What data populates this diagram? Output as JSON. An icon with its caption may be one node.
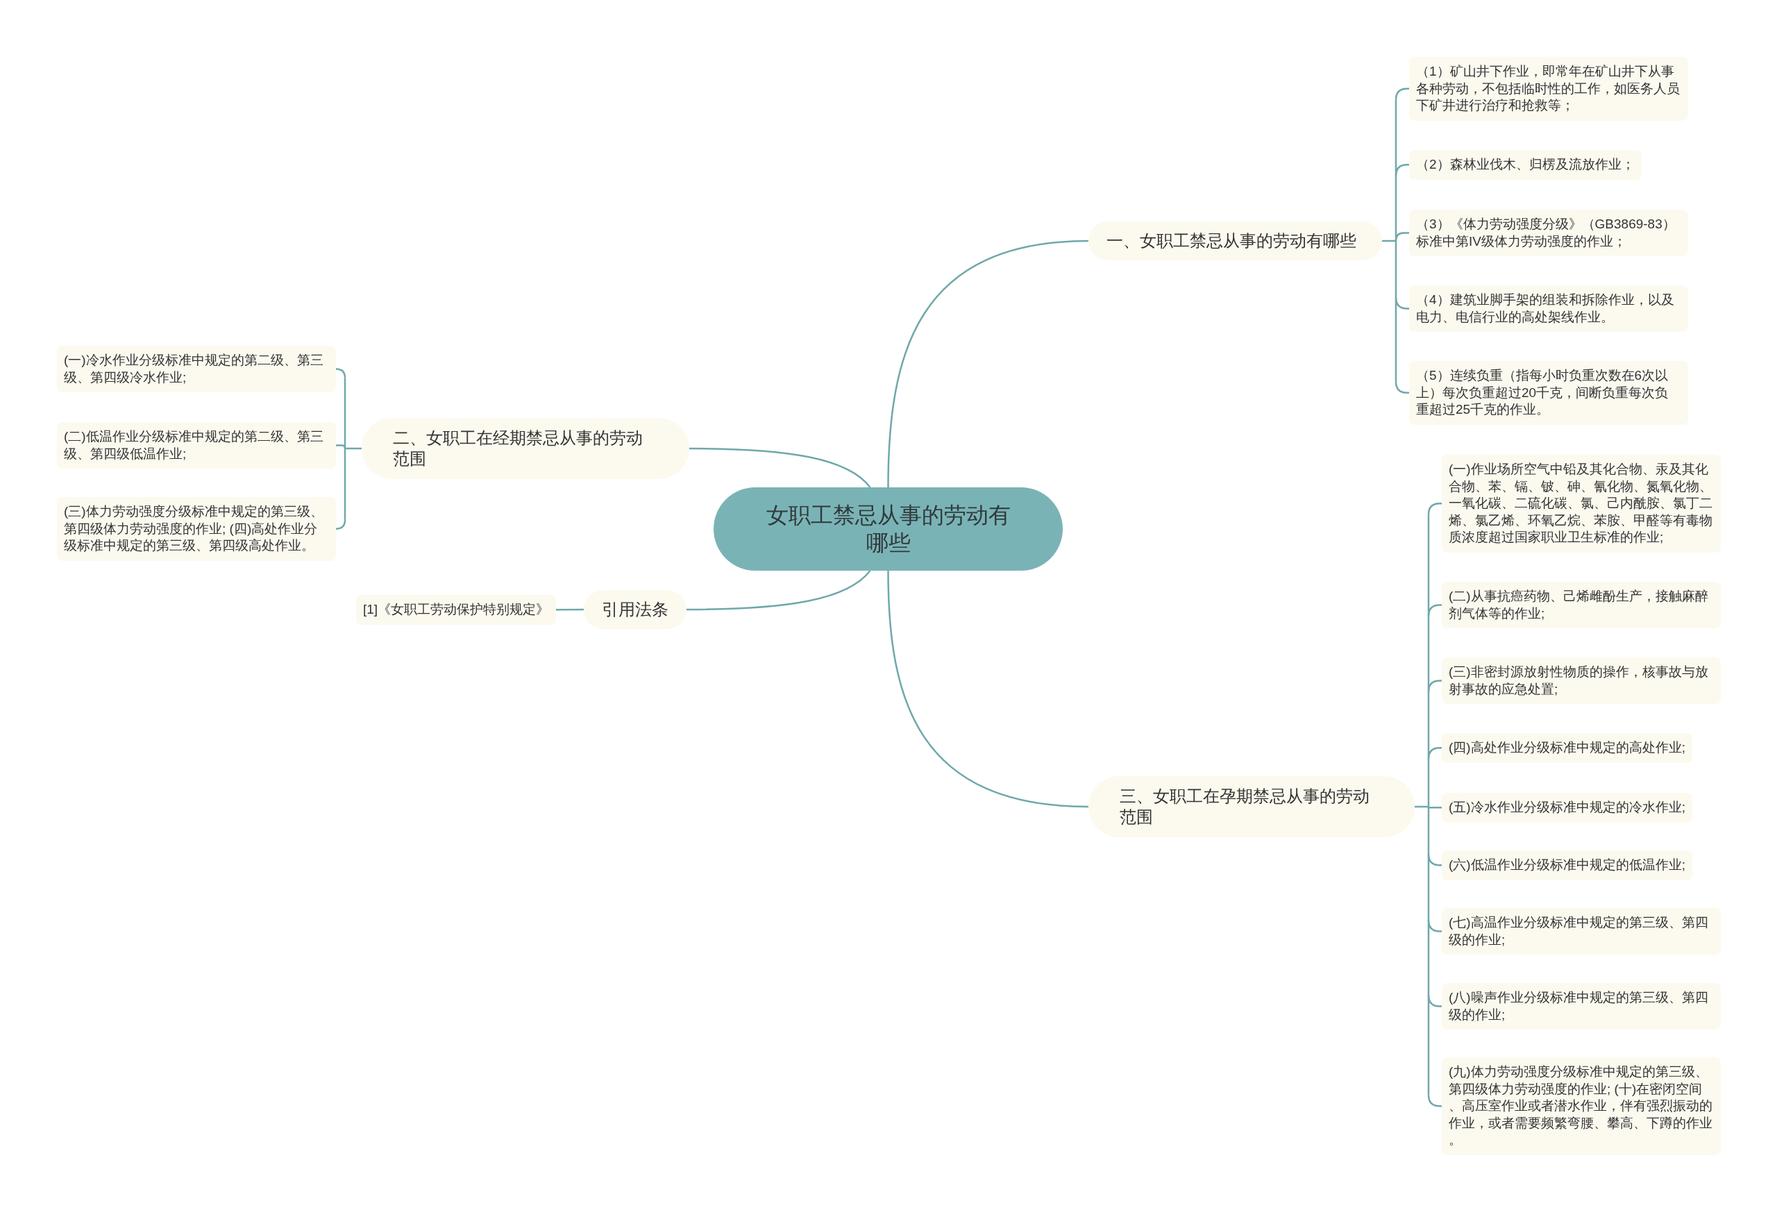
{
  "diagram": {
    "nodes": [
      {
        "text": [
          "女职工禁忌从事的劳动有哪些"
        ]
      },
      {
        "text": [
          "一、女职工禁忌从事的劳动有哪些"
        ]
      },
      {
        "text": [
          "（1）矿山井下作业，即常年在矿山井下从事各种劳动，不包括临时性的工作，如医务人员下矿井进行治疗和抢救等；"
        ]
      },
      {
        "text": [
          "（2）森林业伐木、归楞及流放作业；"
        ]
      },
      {
        "text": [
          "（3）《体力劳动强度分级》（GB3869-83）标准中第IV级体力劳动强度的作业；"
        ]
      },
      {
        "text": [
          "（4）建筑业脚手架的组装和拆除作业，以及电力、电信行业的高处架线作业。"
        ]
      },
      {
        "text": [
          "（5）连续负重（指每小时负重次数在6次以上）每次负重超过20千克，间断负重每次负重超过25千克的作业。"
        ]
      },
      {
        "text": [
          "二、女职工在经期禁忌从事的劳动范围"
        ]
      },
      {
        "text": [
          "(一)冷水作业分级标准中规定的第二级、第三级、第四级冷水作业;"
        ]
      },
      {
        "text": [
          "(二)低温作业分级标准中规定的第二级、第三级、第四级低温作业;"
        ]
      },
      {
        "text": [
          "(三)体力劳动强度分级标准中规定的第三级、第四级体力劳动强度的作业; (四)高处作业分级标准中规定的第三级、第四级高处作业。"
        ]
      },
      {
        "text": [
          "引用法条"
        ]
      },
      {
        "text": [
          "[1]《女职工劳动保护特别规定》"
        ]
      },
      {
        "text": [
          "三、女职工在孕期禁忌从事的劳动范围"
        ]
      },
      {
        "text": [
          "(一)作业场所空气中铅及其化合物、汞及其化合物、苯、镉、铍、砷、氰化物、氮氧化物、一氧化碳、二硫化碳、氯、己内酰胺、氯丁二烯、氯乙烯、环氧乙烷、苯胺、甲醛等有毒物质浓度超过国家职业卫生标准的作业;"
        ]
      },
      {
        "text": [
          "(二)从事抗癌药物、己烯雌酚生产，接触麻醉剂气体等的作业;"
        ]
      },
      {
        "text": [
          "(三)非密封源放射性物质的操作，核事故与放射事故的应急处置;"
        ]
      },
      {
        "text": [
          "(四)高处作业分级标准中规定的高处作业;"
        ]
      },
      {
        "text": [
          "(五)冷水作业分级标准中规定的冷水作业;"
        ]
      },
      {
        "text": [
          "(六)低温作业分级标准中规定的低温作业;"
        ]
      },
      {
        "text": [
          "(七)高温作业分级标准中规定的第三级、第四级的作业;"
        ]
      },
      {
        "text": [
          "(八)噪声作业分级标准中规定的第三级、第四级的作业;"
        ]
      },
      {
        "text": [
          "(九)体力劳动强度分级标准中规定的第三级、第四级体力劳动强度的作业; (十)在密闭空间、高压室作业或者潜水作业，伴有强烈振动的作业，或者需要频繁弯腰、攀高、下蹲的作业。"
        ]
      }
    ],
    "edges": [
      {
        "from": 0,
        "to": 1,
        "arrow": "none"
      },
      {
        "from": 1,
        "to": 2,
        "arrow": "none"
      },
      {
        "from": 1,
        "to": 3,
        "arrow": "none"
      },
      {
        "from": 1,
        "to": 4,
        "arrow": "none"
      },
      {
        "from": 1,
        "to": 5,
        "arrow": "none"
      },
      {
        "from": 1,
        "to": 6,
        "arrow": "none"
      },
      {
        "from": 0,
        "to": 7,
        "arrow": "none"
      },
      {
        "from": 7,
        "to": 8,
        "arrow": "none"
      },
      {
        "from": 7,
        "to": 9,
        "arrow": "none"
      },
      {
        "from": 7,
        "to": 10,
        "arrow": "none"
      },
      {
        "from": 0,
        "to": 11,
        "arrow": "none"
      },
      {
        "from": 11,
        "to": 12,
        "arrow": "none"
      },
      {
        "from": 0,
        "to": 13,
        "arrow": "none"
      },
      {
        "from": 13,
        "to": 14,
        "arrow": "none"
      },
      {
        "from": 13,
        "to": 15,
        "arrow": "none"
      },
      {
        "from": 13,
        "to": 16,
        "arrow": "none"
      },
      {
        "from": 13,
        "to": 17,
        "arrow": "none"
      },
      {
        "from": 13,
        "to": 18,
        "arrow": "none"
      },
      {
        "from": 13,
        "to": 19,
        "arrow": "none"
      },
      {
        "from": 13,
        "to": 20,
        "arrow": "none"
      },
      {
        "from": 13,
        "to": 21,
        "arrow": "none"
      },
      {
        "from": 13,
        "to": 22,
        "arrow": "none"
      }
    ]
  }
}
